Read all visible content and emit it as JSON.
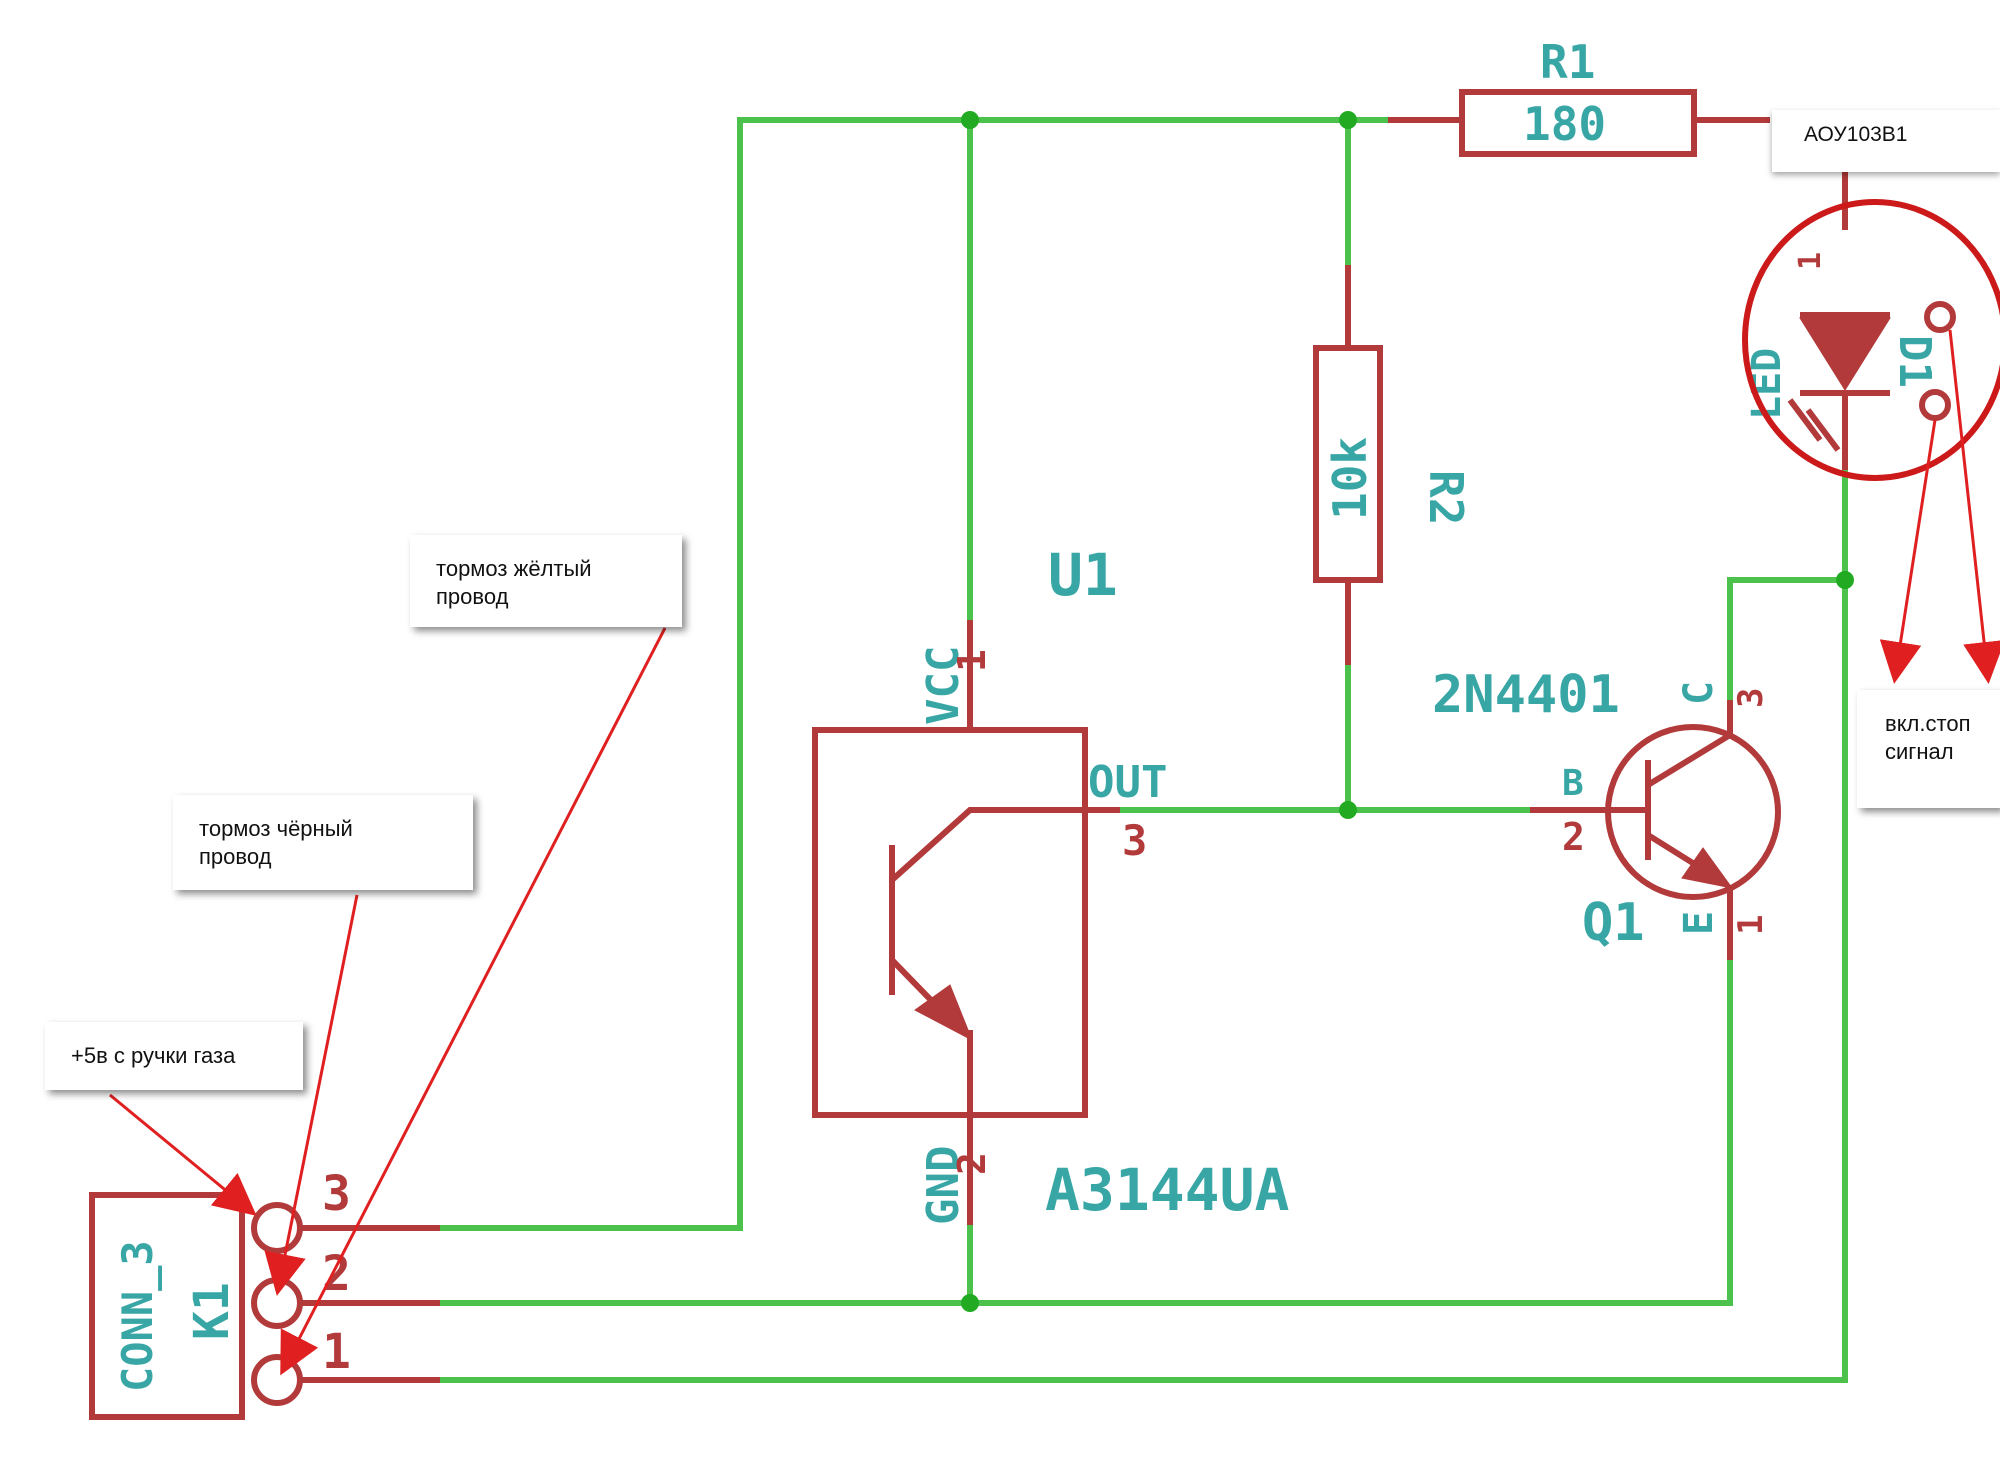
{
  "components": {
    "r1": {
      "ref": "R1",
      "value": "180"
    },
    "r2": {
      "ref": "R2",
      "value": "10k"
    },
    "u1": {
      "ref": "U1",
      "value": "A3144UA",
      "pin_vcc": "VCC",
      "pin_out": "OUT",
      "pin_gnd": "GND",
      "pin1": "1",
      "pin2": "2",
      "pin3": "3"
    },
    "q1": {
      "ref": "Q1",
      "value": "2N4401",
      "pin_b": "B",
      "pin_c": "C",
      "pin_e": "E",
      "pin1": "1",
      "pin2": "2",
      "pin3": "3"
    },
    "d1": {
      "ref": "D1",
      "value": "LED",
      "pin1": "1"
    },
    "k1": {
      "ref": "K1",
      "value": "CONN_3",
      "pin1": "1",
      "pin2": "2",
      "pin3": "3"
    }
  },
  "notes": {
    "optocoupler": "АОУ103В1",
    "brake_yellow": "тормоз жёлтый\nпровод",
    "brake_black": "тормоз чёрный\nпровод",
    "plus5v": "+5в с ручки газа",
    "stop_signal": "вкл.стоп\nсигнал"
  },
  "colors": {
    "wire": "#4cc24c",
    "component": "#b23a3a",
    "label": "#39a6a6",
    "annotation": "#e02020"
  }
}
